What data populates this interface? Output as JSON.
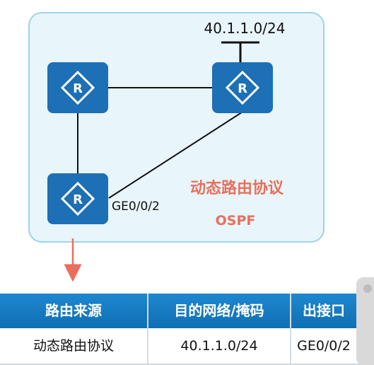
{
  "diagram": {
    "network_label": "40.1.1.0/24",
    "interface_label": "GE0/0/2",
    "protocol_title": "动态路由协议",
    "protocol_name": "OSPF",
    "router_glyph": "R",
    "colors": {
      "panel_fill": "#e8f5fb",
      "panel_border": "#9ed3ea",
      "router_fill": "#1d6fb6",
      "link": "#111111",
      "accent": "#e8705b",
      "arrow": "#ea6e5d"
    }
  },
  "table": {
    "headers": [
      "路由来源",
      "目的网络/掩码",
      "出接口"
    ],
    "rows": [
      [
        "动态路由协议",
        "40.1.1.0/24",
        "GE0/0/2"
      ]
    ],
    "colors": {
      "header_bg": "#1a7fc6",
      "header_text": "#ffffff",
      "cell_text": "#111111"
    }
  }
}
